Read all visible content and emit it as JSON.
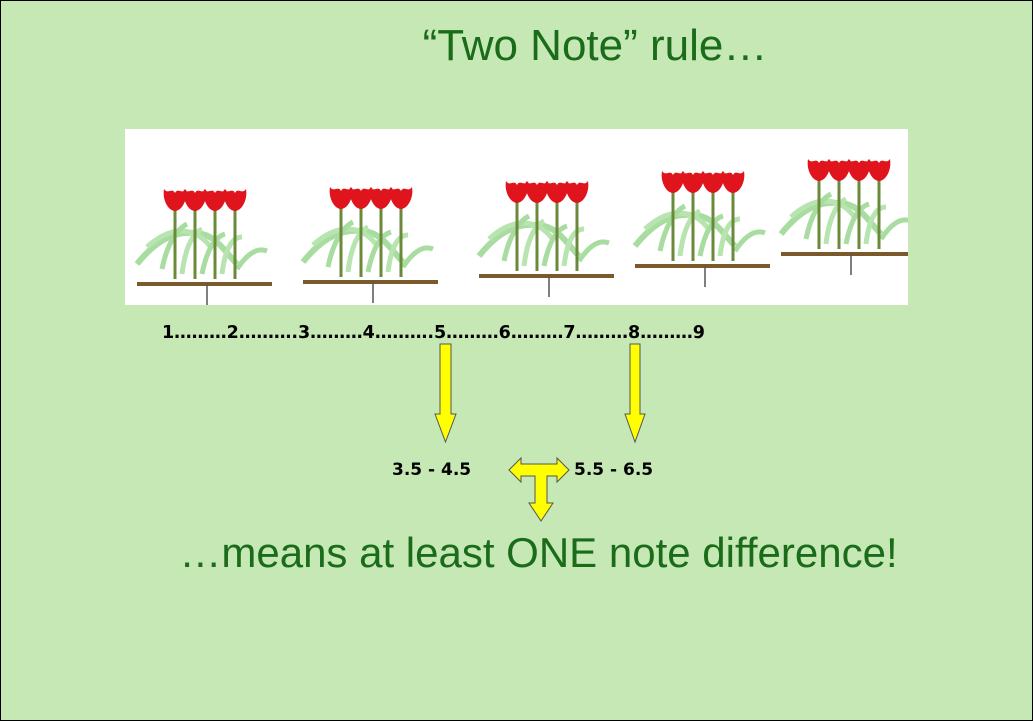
{
  "slide": {
    "title": "“Two Note” rule…",
    "scale": "1………2……….3………4……….5………6………7………8………9",
    "range_left": "3.5 - 4.5",
    "range_right": "5.5 - 6.5",
    "conclusion": "…means at least ONE note difference!"
  },
  "colors": {
    "background": "#c5e8b4",
    "text_green": "#1a6b1a",
    "arrow_yellow": "#ffff00",
    "tulip_red": "#e0141c",
    "leaf_green": "#9ad89a"
  },
  "icons": [
    "tulip-group-icon",
    "down-arrow-icon",
    "double-arrow-icon"
  ]
}
